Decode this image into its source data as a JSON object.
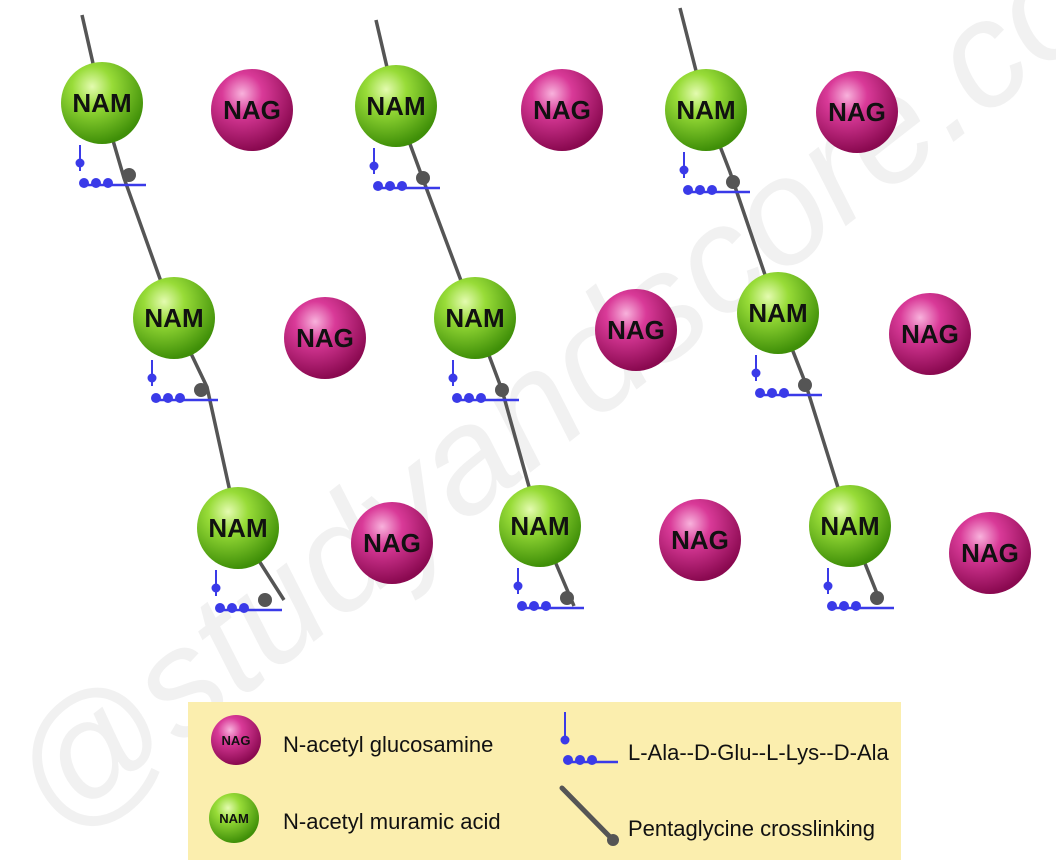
{
  "watermark": "@studyandscore.com",
  "labels": {
    "nam": "NAM",
    "nag": "NAG"
  },
  "legend": {
    "nag_text": "N-acetyl glucosamine",
    "nam_text": "N-acetyl muramic acid",
    "peptide_text": "L-Ala--D-Glu--L-Lys--D-Ala",
    "crosslink_text": "Pentaglycine crosslinking"
  },
  "colors": {
    "backbone": "#f0a020",
    "crosslink": "#555555",
    "peptide": "#3a3ae8",
    "nam": "#6fc21f",
    "nag": "#c8187c",
    "legend_bg": "#fbeeae"
  },
  "rows": [
    {
      "units": [
        {
          "type": "NAM",
          "label": "NAM"
        },
        {
          "type": "NAG",
          "label": "NAG"
        },
        {
          "type": "NAM",
          "label": "NAM"
        },
        {
          "type": "NAG",
          "label": "NAG"
        },
        {
          "type": "NAM",
          "label": "NAM"
        },
        {
          "type": "NAG",
          "label": "NAG"
        }
      ]
    },
    {
      "units": [
        {
          "type": "NAM",
          "label": "NAM"
        },
        {
          "type": "NAG",
          "label": "NAG"
        },
        {
          "type": "NAM",
          "label": "NAM"
        },
        {
          "type": "NAG",
          "label": "NAG"
        },
        {
          "type": "NAM",
          "label": "NAM"
        },
        {
          "type": "NAG",
          "label": "NAG"
        }
      ]
    },
    {
      "units": [
        {
          "type": "NAM",
          "label": "NAM"
        },
        {
          "type": "NAG",
          "label": "NAG"
        },
        {
          "type": "NAM",
          "label": "NAM"
        },
        {
          "type": "NAG",
          "label": "NAG"
        },
        {
          "type": "NAM",
          "label": "NAM"
        },
        {
          "type": "NAG",
          "label": "NAG"
        }
      ]
    }
  ]
}
